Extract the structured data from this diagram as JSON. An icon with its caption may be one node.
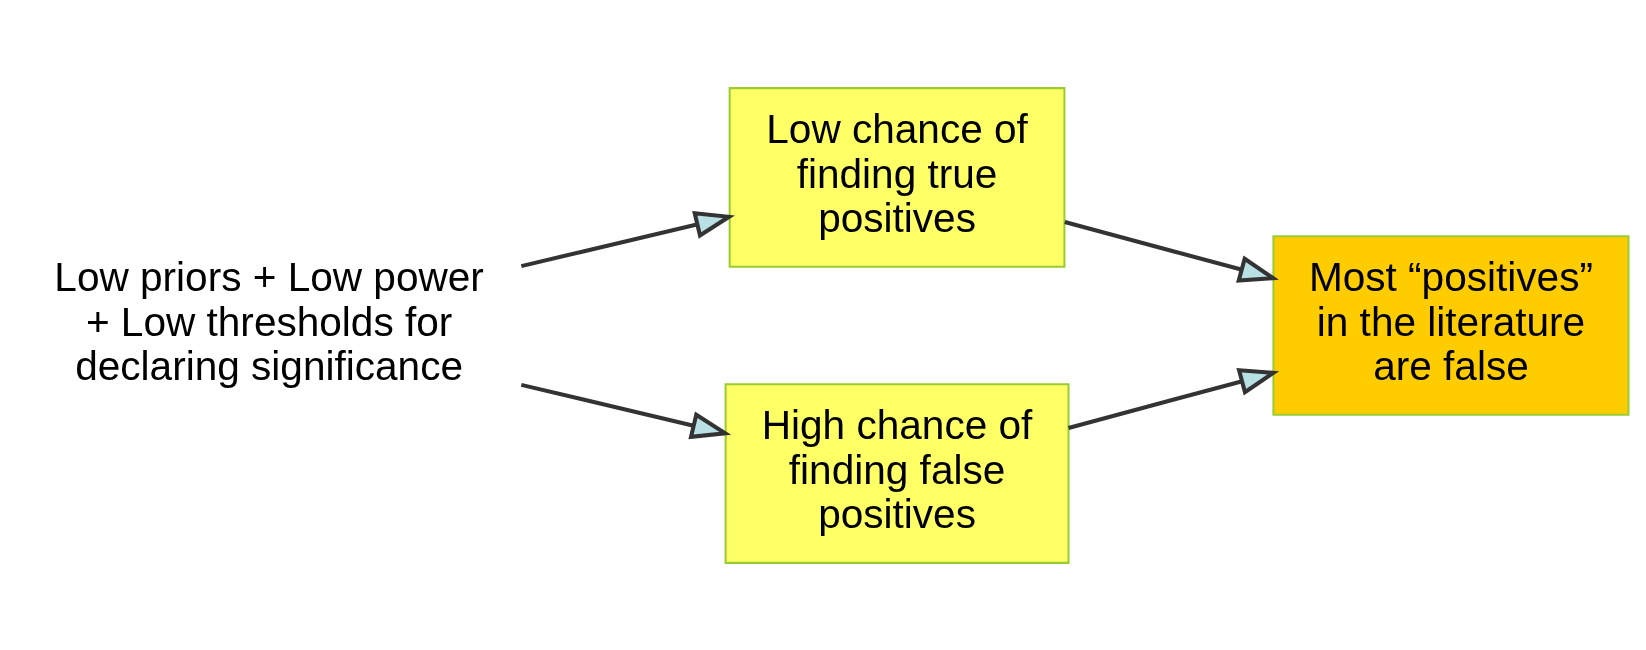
{
  "diagram": {
    "nodes": [
      {
        "text": [
          "Low priors + Low power + Low thresholds for declaring significance"
        ]
      },
      {
        "text": [
          "Low chance of finding true positives"
        ]
      },
      {
        "text": [
          "High chance of finding false positives"
        ]
      },
      {
        "text": [
          "Most “positives” in the literature are false"
        ]
      }
    ],
    "edges": [
      {
        "from": 0,
        "to": 1,
        "arrow": "to"
      },
      {
        "from": 0,
        "to": 2,
        "arrow": "to"
      },
      {
        "from": 1,
        "to": 3,
        "arrow": "to"
      },
      {
        "from": 2,
        "to": 3,
        "arrow": "to"
      }
    ]
  }
}
